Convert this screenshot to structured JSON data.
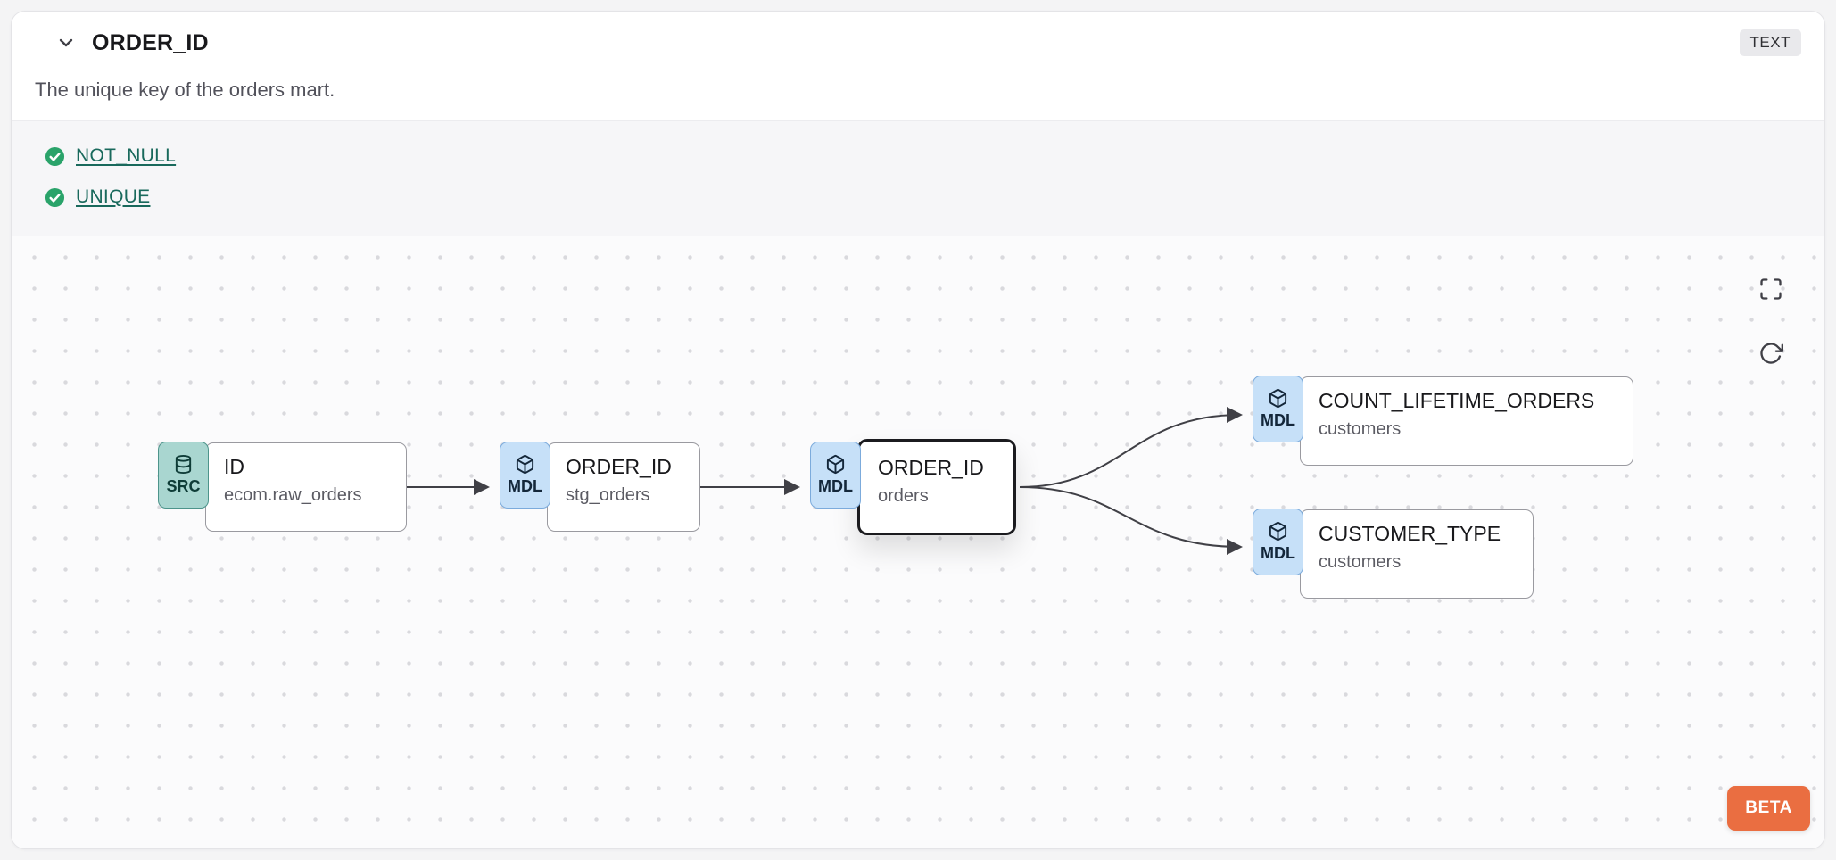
{
  "header": {
    "title": "ORDER_ID",
    "type_badge": "TEXT",
    "description": "The unique key of the orders mart."
  },
  "tests": [
    {
      "label": "NOT_NULL",
      "status": "pass"
    },
    {
      "label": "UNIQUE",
      "status": "pass"
    }
  ],
  "lineage": {
    "beta_label": "BETA",
    "nodes": [
      {
        "type": "SRC",
        "title": "ID",
        "subtitle": "ecom.raw_orders",
        "selected": false
      },
      {
        "type": "MDL",
        "title": "ORDER_ID",
        "subtitle": "stg_orders",
        "selected": false
      },
      {
        "type": "MDL",
        "title": "ORDER_ID",
        "subtitle": "orders",
        "selected": true
      },
      {
        "type": "MDL",
        "title": "COUNT_LIFETIME_ORDERS",
        "subtitle": "customers",
        "selected": false
      },
      {
        "type": "MDL",
        "title": "CUSTOMER_TYPE",
        "subtitle": "customers",
        "selected": false
      }
    ],
    "edges": [
      {
        "from": 0,
        "to": 1
      },
      {
        "from": 1,
        "to": 2
      },
      {
        "from": 2,
        "to": 3
      },
      {
        "from": 2,
        "to": 4
      }
    ]
  },
  "colors": {
    "beta_bg": "#ea6e41",
    "check_green": "#2aa36a",
    "test_link": "#19695c",
    "src_badge_bg": "#a9d6d0",
    "src_badge_border": "#4d948b",
    "mdl_badge_bg": "#c6e0f8",
    "mdl_badge_border": "#7cabdc",
    "selected_node_border": "#1b1b1f",
    "edge_stroke": "#404046"
  }
}
